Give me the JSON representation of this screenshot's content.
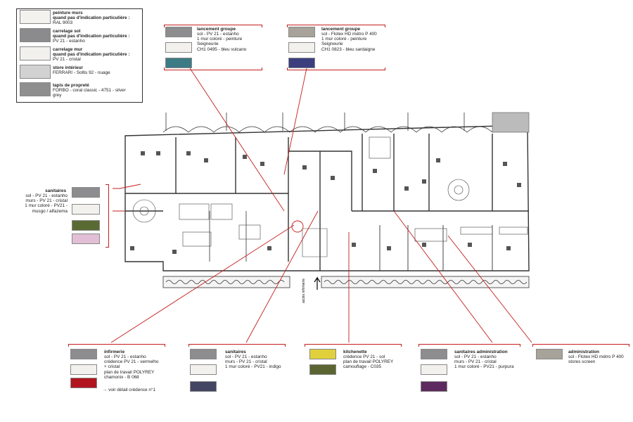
{
  "legend": [
    {
      "title": "peinture murs\nquand pas d'indication particulière :",
      "desc": "RAL 9003",
      "color": "#f4f2ef"
    },
    {
      "title": "carrelage sol\nquand pas d'indication particulière :",
      "desc": "PV 21 - estanho",
      "color": "#8b8b8d"
    },
    {
      "title": "carrelage mur\nquand pas d'indication particulière :",
      "desc": "PV 21 - cristal",
      "color": "#f3f1ee"
    },
    {
      "title": "store intérieur",
      "desc": "FERRARI - Soltis 92 - nuage",
      "color": "#d2d2d2"
    },
    {
      "title": "tapis de propreté",
      "desc": "FORBO - coral classic - 4751 - silver\ngrey",
      "color": "#8f8f8f"
    }
  ],
  "labels": {
    "lancement1": {
      "title": "lancement groupe",
      "lines": "sol - PV 21 - estanho\n1 mur coloré - peinture\nSeigneurie\nCH1 0495 - bleu vulcano",
      "colors": [
        "#8d8d8f",
        "#f3f1ee",
        "#3c7a85"
      ]
    },
    "lancement2": {
      "title": "lancement groupe",
      "lines": "sol - Flotex HD métro P 400\n1 mur coloré - peinture\nSeigneurie\nCH1 0823 - bleu sardaigne",
      "colors": [
        "#a8a39a",
        "#f3f1ee",
        "#3b3f7e"
      ]
    },
    "sanitaires_left": {
      "title": "sanitaires",
      "lines": "sol - PV 21 - estanho\nmurs - PV 21 - cristal\n1 mur coloré - PV21 -\nmusgo / alfazema",
      "colors": [
        "#8d8d8f",
        "#f3f1ee",
        "#5a6a33",
        "#e2bfd6"
      ]
    },
    "infirmerie": {
      "title": "infirmerie",
      "lines": "sol - PV 21 - estanho\ncrédence PV 21 - vermelho\n+ cristal\nplan de travail POLYREY\nchamonix - B 068",
      "note": "→ voir détail crédence n°1",
      "colors": [
        "#8d8d8f",
        "#f3f1ee",
        "#b1141f"
      ]
    },
    "sanitaires_mid": {
      "title": "sanitaires",
      "lines": "sol - PV 21 - estanho\nmurs - PV 21 - cristal\n1 mur coloré - PV21 - indigo",
      "colors": [
        "#8d8d8f",
        "#f3f1ee",
        "#434563"
      ]
    },
    "kitchenette": {
      "title": "kitchenette",
      "lines": "crédence PV 21 - sol\nplan de travail POLYREY\ncamouflage - C035",
      "colors": [
        "#e0d13c",
        "#5b6531"
      ]
    },
    "sanitaires_admin": {
      "title": "sanitaires administration",
      "lines": "sol - PV 21 - estanho\nmurs - PV 21 - cristal\n1 mur coloré - PV21 - purpura",
      "colors": [
        "#8d8d8f",
        "#f3f1ee",
        "#5c2a5e"
      ]
    },
    "administration": {
      "title": "administration",
      "lines": "sol - Flotex HD métro P 400\nstores screen",
      "colors": [
        "#a8a39a"
      ]
    }
  },
  "plan": {
    "entrance_label": "accès infirmerie",
    "line_color": "#c41d1d"
  }
}
